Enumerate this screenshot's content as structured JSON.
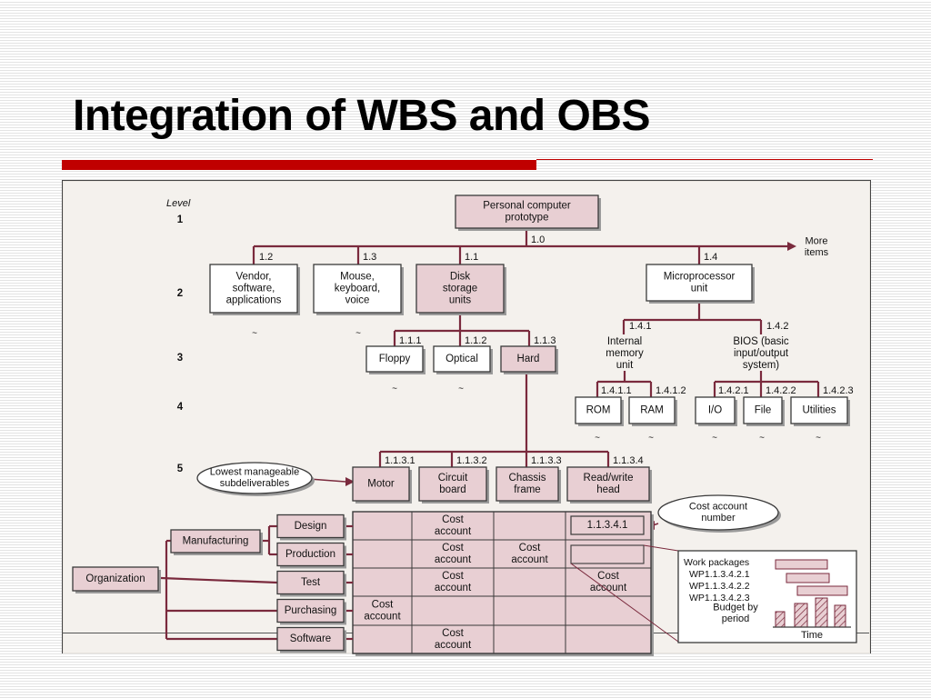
{
  "title": "Integration of WBS and OBS",
  "level_header": "Level",
  "levels": [
    "1",
    "2",
    "3",
    "4",
    "5"
  ],
  "nodes": {
    "root": [
      "Personal computer",
      "prototype"
    ],
    "vendor": [
      "Vendor,",
      "software,",
      "applications"
    ],
    "mouse": [
      "Mouse,",
      "keyboard,",
      "voice"
    ],
    "disk": [
      "Disk",
      "storage",
      "units"
    ],
    "micro": [
      "Microprocessor",
      "unit"
    ],
    "floppy": [
      "Floppy"
    ],
    "optical": [
      "Optical"
    ],
    "hard": [
      "Hard"
    ],
    "internal": [
      "Internal",
      "memory",
      "unit"
    ],
    "bios": [
      "BIOS (basic",
      "input/output",
      "system)"
    ],
    "rom": [
      "ROM"
    ],
    "ram": [
      "RAM"
    ],
    "io": [
      "I/O"
    ],
    "file": [
      "File"
    ],
    "utilities": [
      "Utilities"
    ],
    "motor": [
      "Motor"
    ],
    "circuit": [
      "Circuit",
      "board"
    ],
    "chassis": [
      "Chassis",
      "frame"
    ],
    "readwrite": [
      "Read/write",
      "head"
    ]
  },
  "codes": {
    "root": "1.0",
    "vendor": "1.2",
    "mouse": "1.3",
    "disk": "1.1",
    "micro": "1.4",
    "floppy": "1.1.1",
    "optical": "1.1.2",
    "hard": "1.1.3",
    "internal": "1.4.1",
    "bios": "1.4.2",
    "rom": "1.4.1.1",
    "ram": "1.4.1.2",
    "io": "1.4.2.1",
    "file": "1.4.2.2",
    "utilities": "1.4.2.3",
    "motor": "1.1.3.1",
    "circuit": "1.1.3.2",
    "chassis": "1.1.3.3",
    "readwrite": "1.1.3.4"
  },
  "more_items": [
    "More",
    "items"
  ],
  "callouts": {
    "lowest": [
      "Lowest manageable",
      "subdeliverables"
    ],
    "cost_number": [
      "Cost account",
      "number"
    ]
  },
  "obs": {
    "organization": "Organization",
    "manufacturing": "Manufacturing",
    "departments": [
      "Design",
      "Production",
      "Test",
      "Purchasing",
      "Software"
    ]
  },
  "cost_account": [
    "Cost",
    "account"
  ],
  "cost_account_code": "1.1.3.4.1",
  "work_packages": {
    "header": "Work packages",
    "items": [
      "WP1.1.3.4.2.1",
      "WP1.1.3.4.2.2",
      "WP1.1.3.4.2.3"
    ],
    "budget_label": [
      "Budget by",
      "period"
    ],
    "time_label": "Time"
  },
  "colors": {
    "accent": "#c00000",
    "line": "#7a2a3d",
    "pink_fill": "#e8cfd3",
    "box_border": "#3a3a3a"
  }
}
